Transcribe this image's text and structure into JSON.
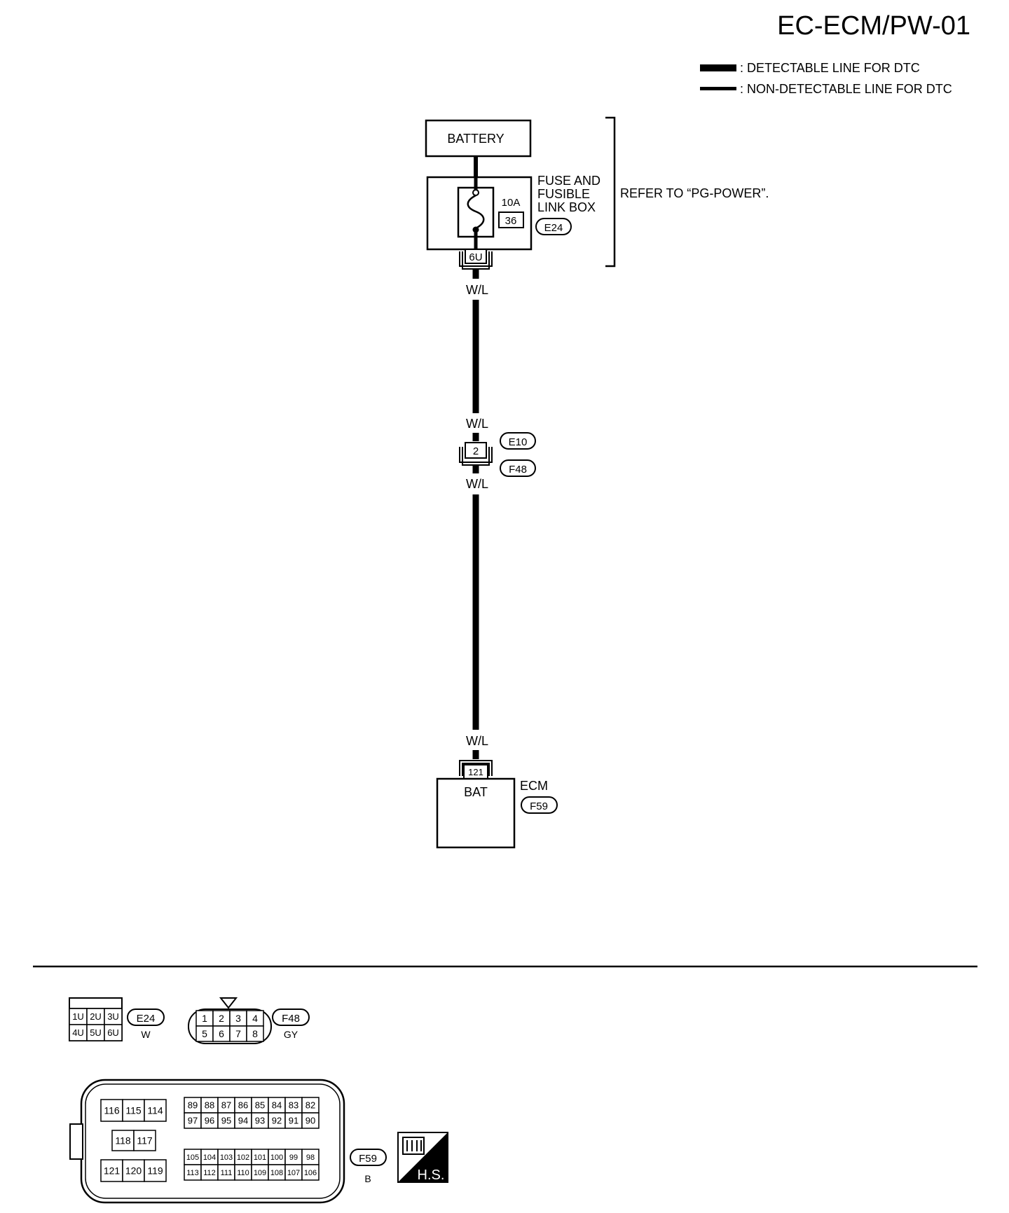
{
  "page_id": "EC-ECM/PW-01",
  "legend": {
    "detectable": ": DETECTABLE LINE FOR DTC",
    "non_detectable": ": NON-DETECTABLE LINE FOR DTC"
  },
  "battery": {
    "label": "BATTERY"
  },
  "fuse_box": {
    "label_line1": "FUSE AND",
    "label_line2": "FUSIBLE",
    "label_line3": "LINK BOX",
    "amperage": "10A",
    "fuse_number": "36",
    "connector": "E24",
    "terminal": "6U"
  },
  "refer_note": "REFER TO “PG-POWER”.",
  "wire_color": "W/L",
  "joint_connector": {
    "pin": "2",
    "connector_a": "E10",
    "connector_b": "F48"
  },
  "ecm": {
    "label": "ECM",
    "connector": "F59",
    "terminal": "121",
    "pin_name": "BAT"
  },
  "connector_views": {
    "e24": {
      "id": "E24",
      "color": "W",
      "row1": [
        "1U",
        "2U",
        "3U"
      ],
      "row2": [
        "4U",
        "5U",
        "6U"
      ]
    },
    "f48": {
      "id": "F48",
      "color": "GY",
      "row1": [
        "1",
        "2",
        "3",
        "4"
      ],
      "row2": [
        "5",
        "6",
        "7",
        "8"
      ]
    },
    "f59": {
      "id": "F59",
      "color": "B",
      "left_top": [
        "116",
        "115",
        "114"
      ],
      "left_mid": [
        "118",
        "117"
      ],
      "left_bottom": [
        "121",
        "120",
        "119"
      ],
      "right_r1": [
        "89",
        "88",
        "87",
        "86",
        "85",
        "84",
        "83",
        "82"
      ],
      "right_r2": [
        "97",
        "96",
        "95",
        "94",
        "93",
        "92",
        "91",
        "90"
      ],
      "right_r3": [
        "105",
        "104",
        "103",
        "102",
        "101",
        "100",
        "99",
        "98"
      ],
      "right_r4": [
        "113",
        "112",
        "111",
        "110",
        "109",
        "108",
        "107",
        "106"
      ]
    }
  },
  "hs_badge": "H.S."
}
